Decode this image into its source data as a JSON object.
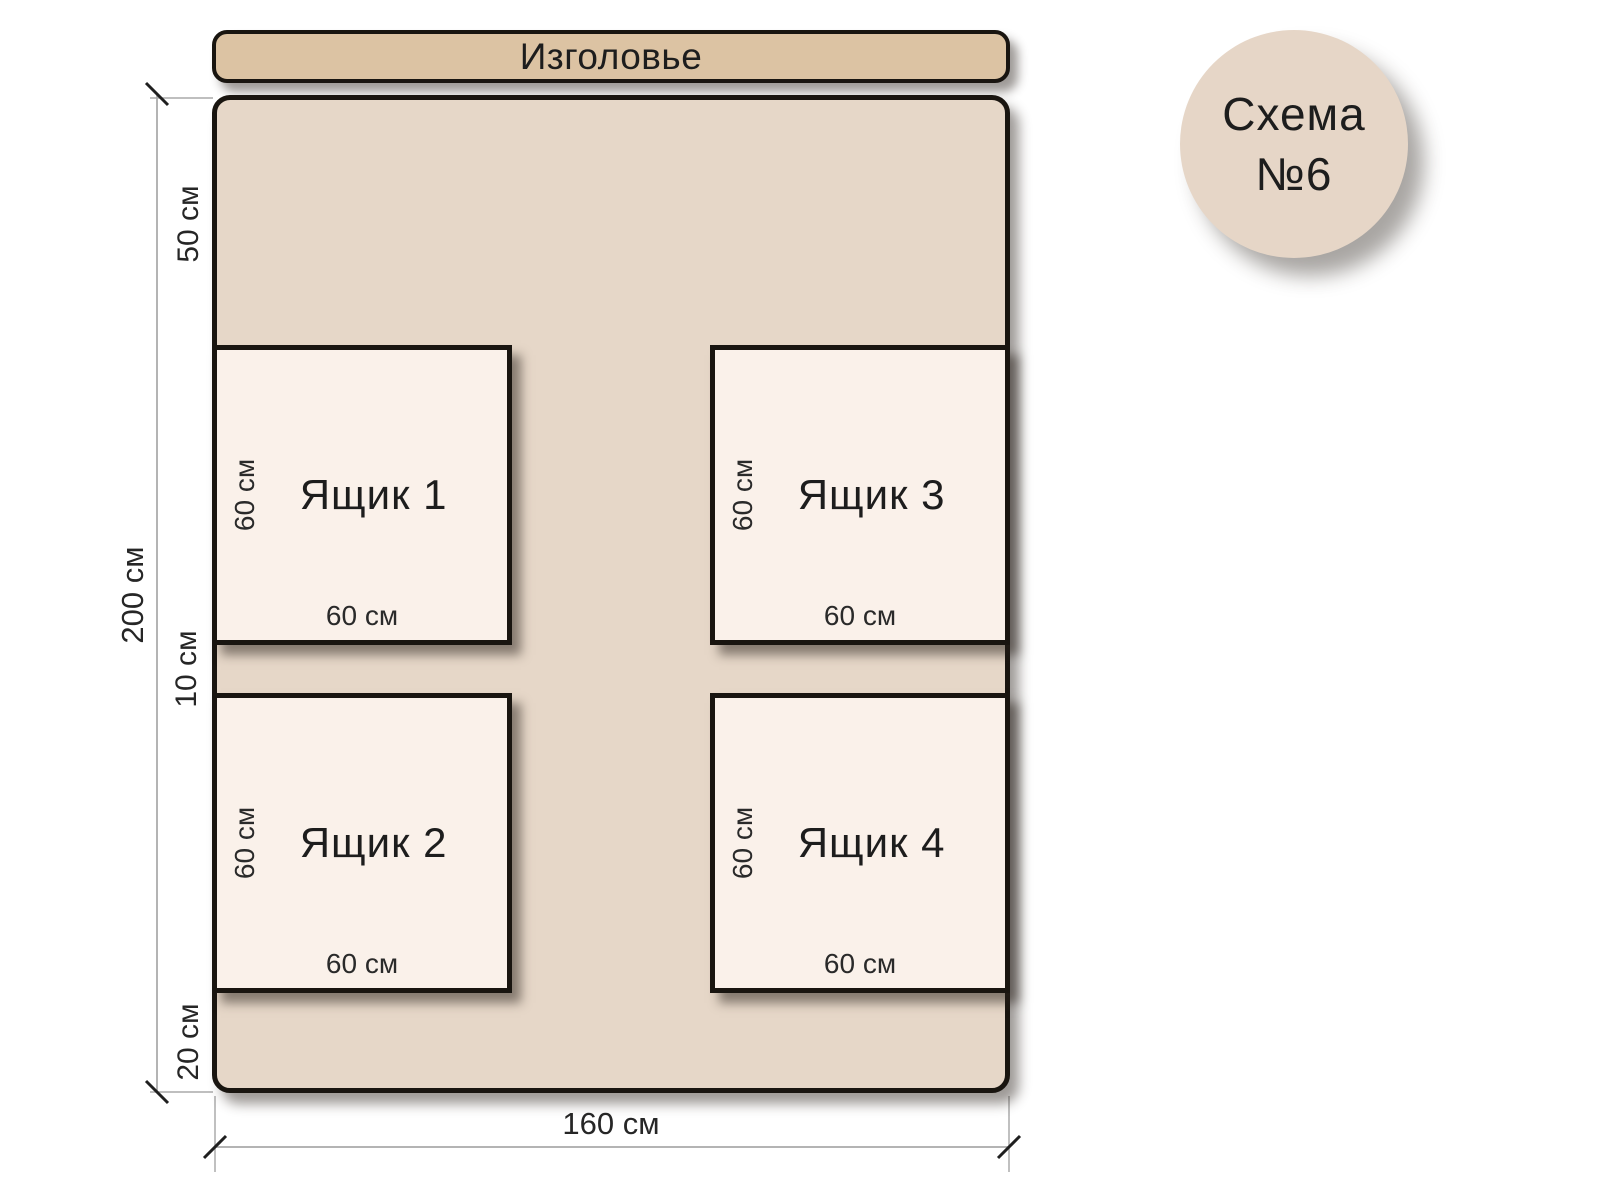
{
  "badge": {
    "line1": "Схема",
    "line2": "№6"
  },
  "headboard": {
    "label": "Изголовье"
  },
  "drawers": [
    {
      "name": "Ящик 1",
      "width_label": "60 см",
      "height_label": "60 см"
    },
    {
      "name": "Ящик 2",
      "width_label": "60 см",
      "height_label": "60 см"
    },
    {
      "name": "Ящик 3",
      "width_label": "60 см",
      "height_label": "60 см"
    },
    {
      "name": "Ящик 4",
      "width_label": "60 см",
      "height_label": "60 см"
    }
  ],
  "dimensions": {
    "bed_height": "200 см",
    "bed_width": "160 см",
    "top_offset": "50 см",
    "row_gap": "10 см",
    "bottom_offset": "20 см"
  },
  "colors": {
    "headboard_fill": "#dcc3a3",
    "bed_fill": "#e6d7c8",
    "drawer_fill": "#faf1ea",
    "badge_fill": "#e6d6c7",
    "outline": "#191510",
    "dimension_line": "#9b9b9b",
    "tick": "#1f1f1f"
  }
}
